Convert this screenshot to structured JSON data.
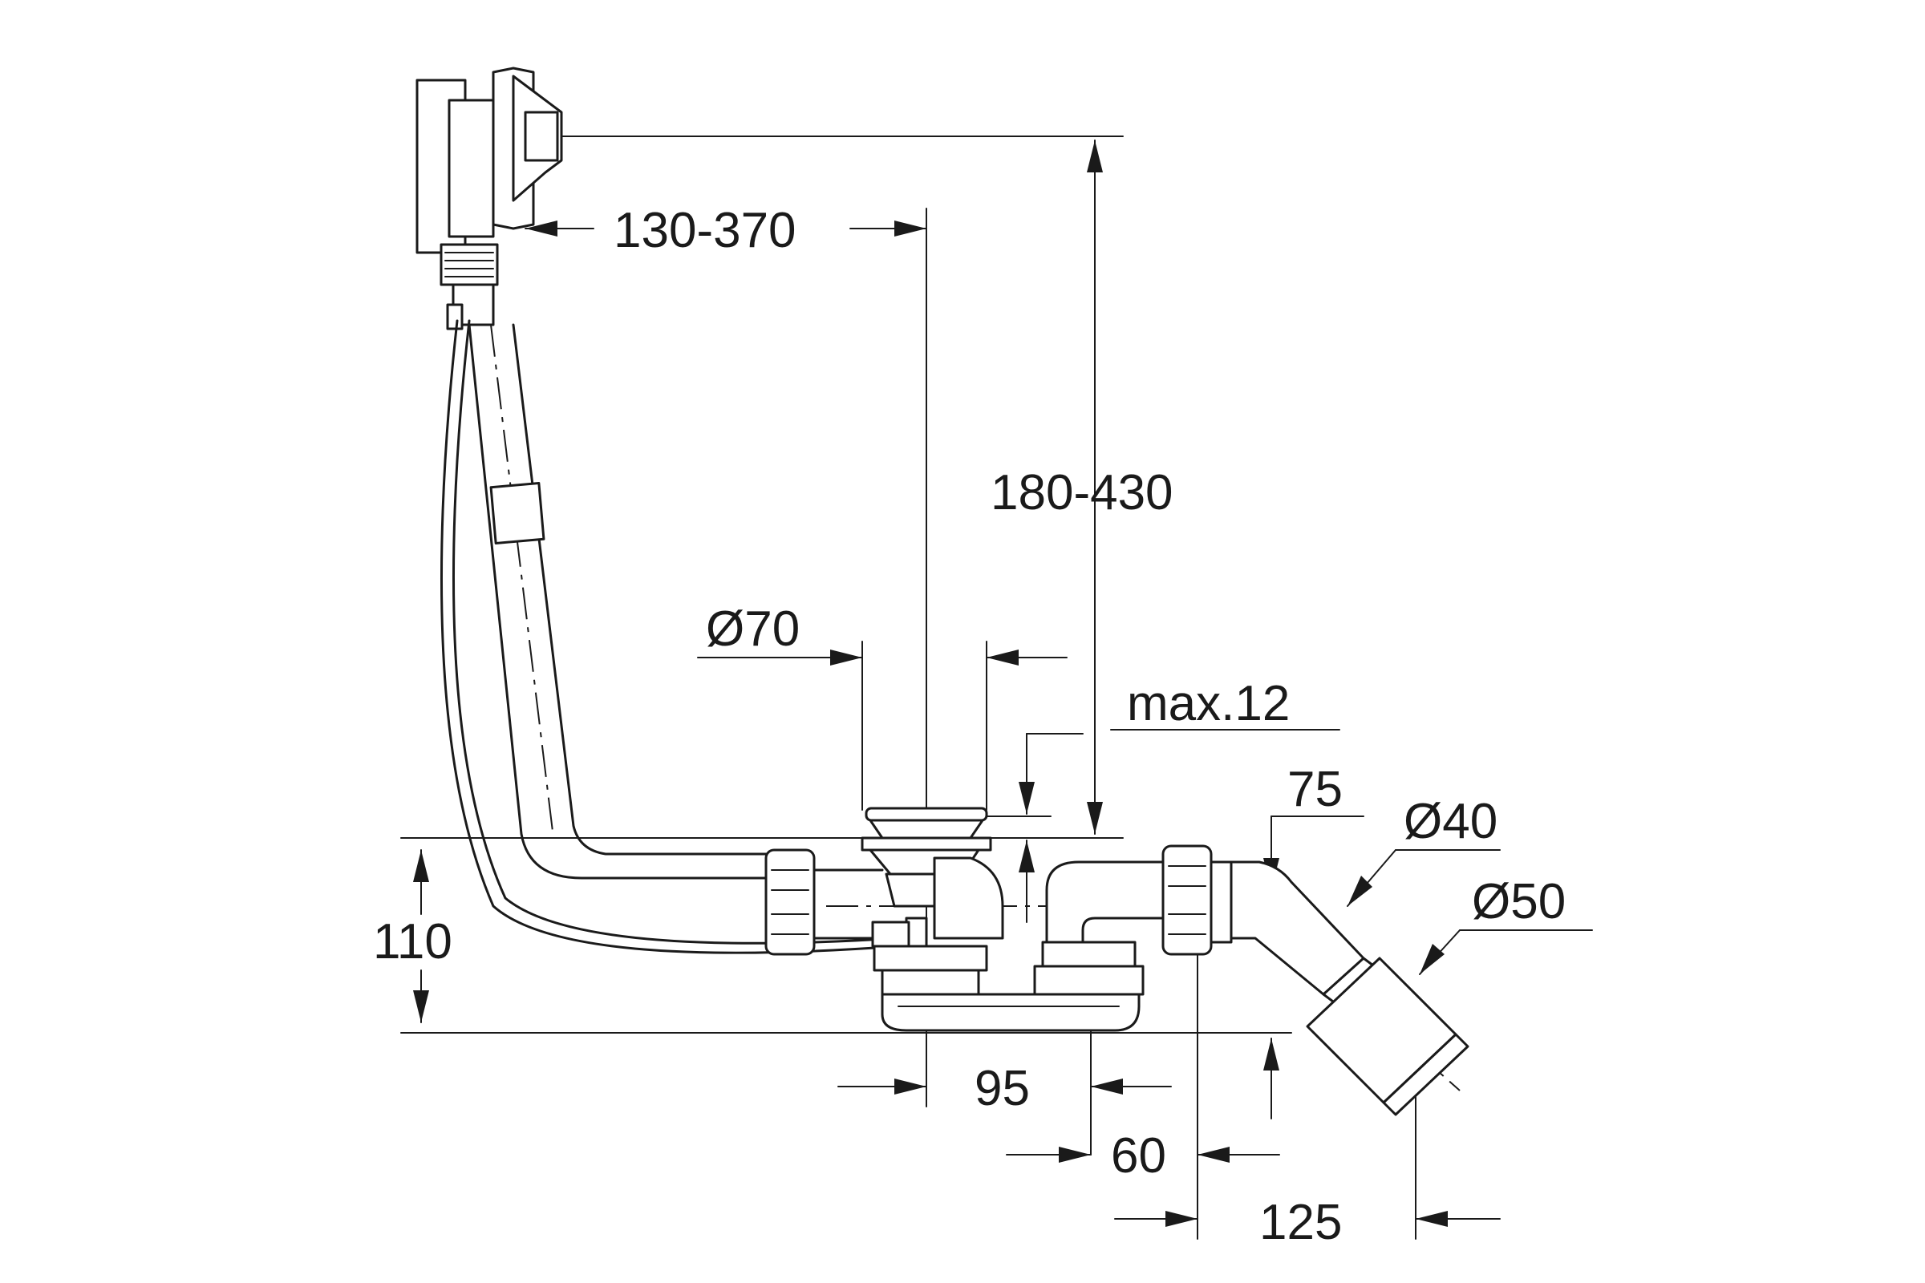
{
  "dimensions": {
    "overflow_offset": "130-370",
    "height_range": "180-430",
    "drain_diameter": "Ø70",
    "max_thickness": "max.12",
    "elbow_length": "75",
    "outlet_diameter_40": "Ø40",
    "outlet_diameter_50": "Ø50",
    "trap_height": "110",
    "offset_95": "95",
    "offset_60": "60",
    "offset_125": "125"
  },
  "colors": {
    "line": "#1a1a1a",
    "background": "#ffffff"
  }
}
